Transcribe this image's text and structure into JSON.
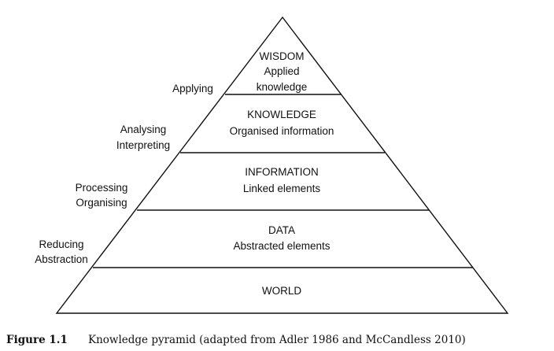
{
  "levels": [
    {
      "title": "WISDOM",
      "subtitle_line1": "Applied",
      "subtitle_line2": "knowledge"
    },
    {
      "title": "KNOWLEDGE",
      "subtitle": "Organised information"
    },
    {
      "title": "INFORMATION",
      "subtitle": "Linked elements"
    },
    {
      "title": "DATA",
      "subtitle": "Abstracted elements"
    },
    {
      "title": "WORLD"
    }
  ],
  "side_labels": [
    {
      "line1": "Applying"
    },
    {
      "line1": "Analysing",
      "line2": "Interpreting"
    },
    {
      "line1": "Processing",
      "line2": "Organising"
    },
    {
      "line1": "Reducing",
      "line2": "Abstraction"
    }
  ],
  "caption": {
    "label": "Figure 1.1",
    "text": "Knowledge pyramid (adapted from Adler 1986 and McCandless 2010)"
  },
  "colors": {
    "stroke": "#111111",
    "text": "#111111",
    "background": "#ffffff"
  }
}
